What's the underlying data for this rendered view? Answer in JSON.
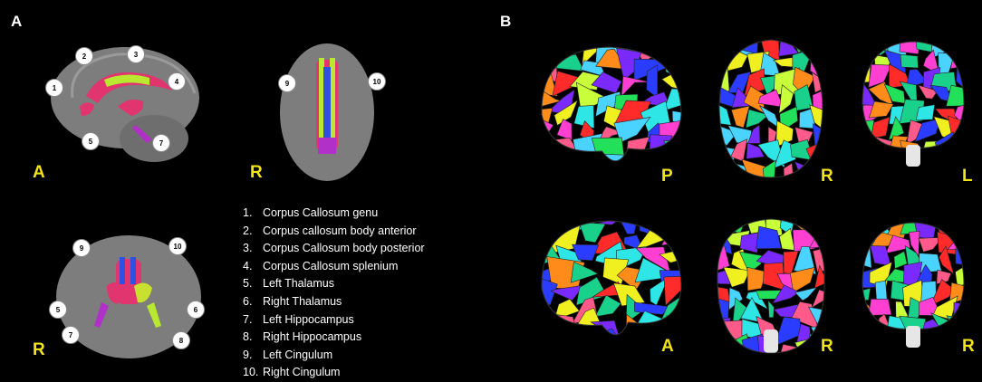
{
  "panels": {
    "a": "A",
    "b": "B"
  },
  "panel_a_views": {
    "sagittal": {
      "orientation": "A"
    },
    "axial_top": {
      "orientation": "R"
    },
    "axial_bottom": {
      "orientation": "R"
    }
  },
  "callouts": {
    "sagittal": [
      "1",
      "2",
      "3",
      "4",
      "5",
      "7"
    ],
    "axial_top": [
      "9",
      "10"
    ],
    "axial_bottom": [
      "9",
      "10",
      "5",
      "6",
      "7",
      "8"
    ]
  },
  "legend": [
    {
      "num": "1.",
      "label": "Corpus Callosum genu"
    },
    {
      "num": "2.",
      "label": "Corpus callosum body anterior"
    },
    {
      "num": "3.",
      "label": "Corpus Callosum body posterior"
    },
    {
      "num": "4.",
      "label": "Corpus Callosum splenium"
    },
    {
      "num": "5.",
      "label": "Left Thalamus"
    },
    {
      "num": "6.",
      "label": "Right Thalamus"
    },
    {
      "num": "7.",
      "label": "Left Hippocampus"
    },
    {
      "num": "8.",
      "label": "Right Hippocampus"
    },
    {
      "num": "9.",
      "label": "Left Cingulum"
    },
    {
      "num": "10.",
      "label": "Right Cingulum"
    }
  ],
  "panel_b_views": [
    {
      "orientation": "P"
    },
    {
      "orientation": "R"
    },
    {
      "orientation": "L"
    },
    {
      "orientation": "A"
    },
    {
      "orientation": "R"
    },
    {
      "orientation": "R"
    }
  ],
  "colors": {
    "background": "#000000",
    "brain_gray": "#8a8a8a",
    "orientation_text": "#f2e21a",
    "corpus_callosum": "#e0356e",
    "cingulum": "#b8e830",
    "parcel_palette": [
      "#ff2a2a",
      "#2a3cff",
      "#22e05a",
      "#ff3fd2",
      "#2ee6e6",
      "#f0f020",
      "#ff8c1a",
      "#7a2aff",
      "#4ad3ff",
      "#ff5a8a",
      "#1ad18c",
      "#c8ff3a"
    ]
  }
}
